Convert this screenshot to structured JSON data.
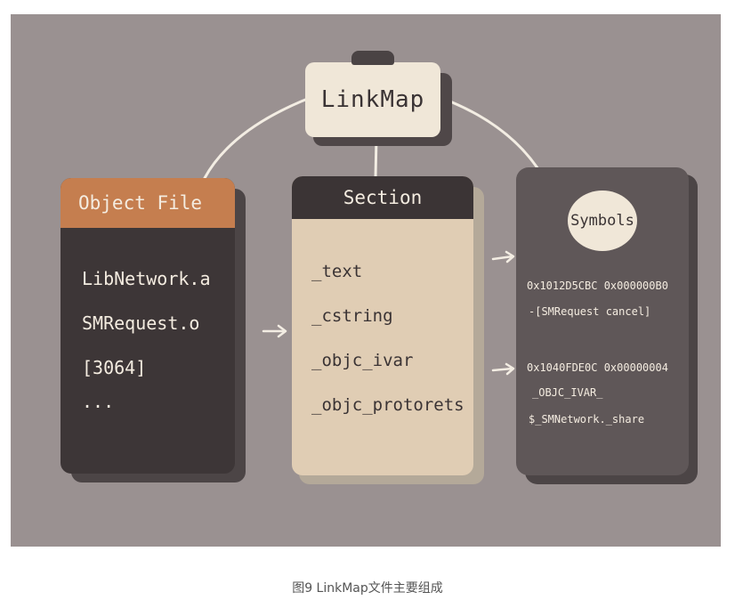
{
  "root": {
    "title": "LinkMap"
  },
  "object_file": {
    "title": "Object File",
    "items": [
      "LibNetwork.a",
      "SMRequest.o",
      "[3064]",
      "..."
    ]
  },
  "section": {
    "title": "Section",
    "items": [
      "_text",
      "_cstring",
      "_objc_ivar",
      "_objc_protorets"
    ]
  },
  "symbols": {
    "title": "Symbols",
    "lines": [
      "0x1012D5CBC 0x000000B0",
      "-[SMRequest cancel]",
      "0x1040FDE0C 0x00000004",
      "_OBJC_IVAR_",
      "$_SMNetwork._share"
    ]
  },
  "caption": "图9 LinkMap文件主要组成",
  "colors": {
    "panel_bg": "#9a9191",
    "card_dark": "#3d3637",
    "object_header": "#c57e4f",
    "section_body": "#e0cdb4",
    "symbols_body": "#5f5758",
    "tag_bg": "#f0e7d8",
    "connector": "#f3ede3"
  }
}
